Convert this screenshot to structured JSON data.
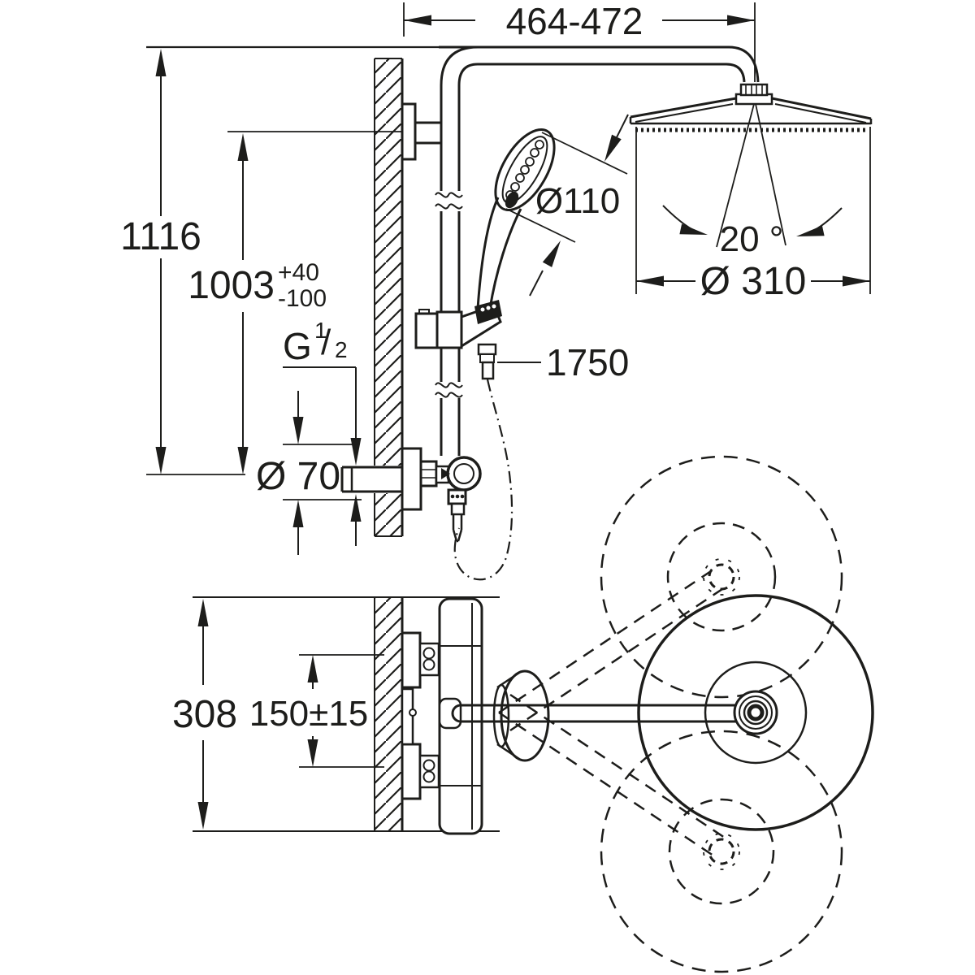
{
  "drawing": {
    "ink_color": "#1d1d1b",
    "background_color": "#ffffff",
    "labels": {
      "top_width": "464-472",
      "total_height": "1116",
      "rail_height": "1003",
      "rail_tol_plus": "+40",
      "rail_tol_minus": "-100",
      "thread_letter": "G",
      "thread_sup": "1",
      "thread_slash": "/",
      "thread_sub": "2",
      "hand_shower_dia": "Ø110",
      "head_angle": "20 °",
      "head_shower_dia": "Ø 310",
      "hose_length": "1750",
      "escutcheon_dia": "Ø 70",
      "body_height": "308",
      "inlet_spacing": "150±15"
    }
  }
}
